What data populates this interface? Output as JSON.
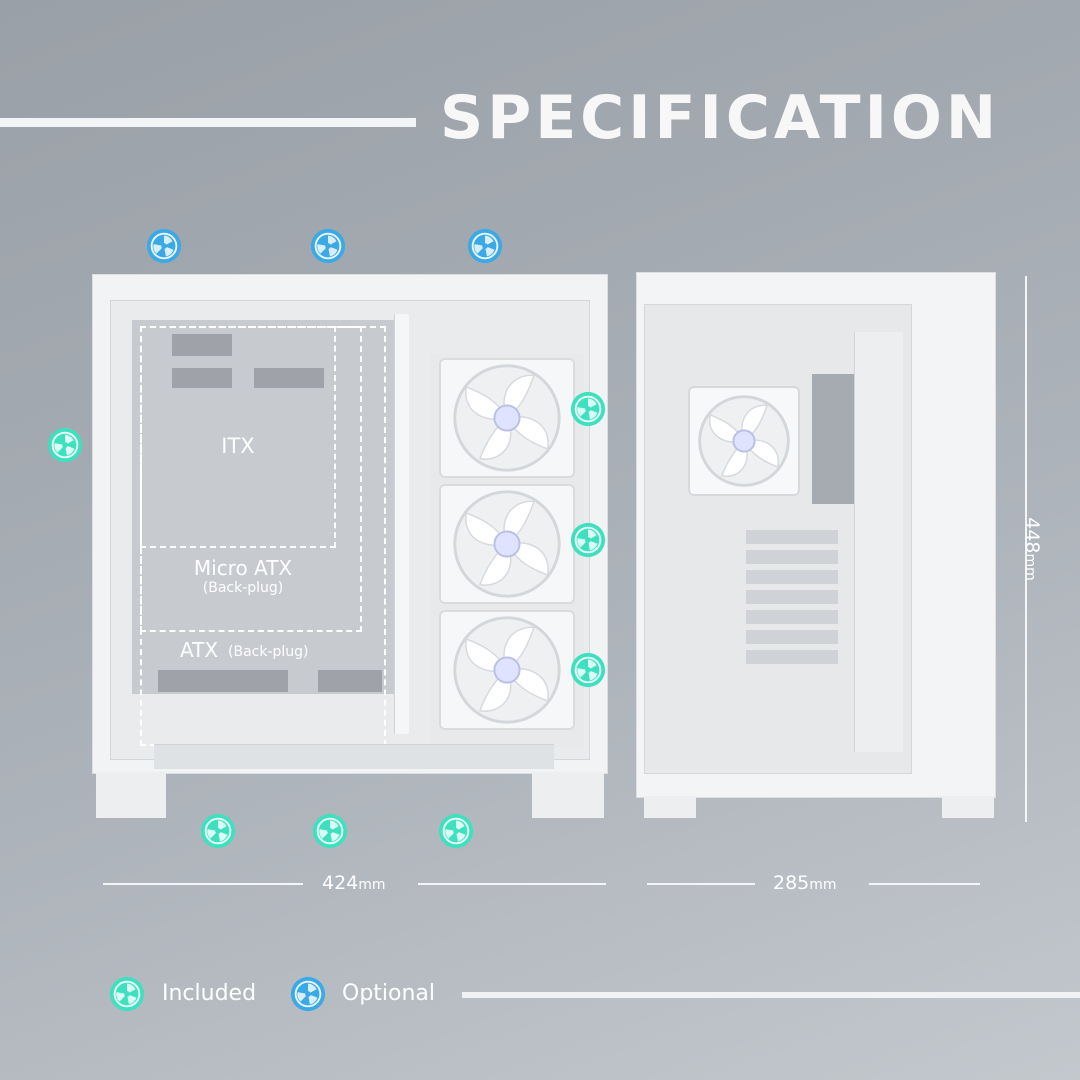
{
  "header": {
    "title": "SPECIFICATION"
  },
  "regions": {
    "itx": "ITX",
    "micro_atx": "Micro ATX",
    "micro_atx_note": "(Back-plug)",
    "atx": "ATX",
    "atx_note": "(Back-plug)"
  },
  "dimensions": {
    "width": {
      "value": "424",
      "unit": "mm"
    },
    "depth": {
      "value": "285",
      "unit": "mm"
    },
    "height": {
      "value": "448",
      "unit": "mm"
    }
  },
  "legend": {
    "included": "Included",
    "optional": "Optional"
  },
  "colors": {
    "included": "#3fe0c0",
    "optional": "#3aa9e6",
    "accent_white": "#f4f5f6"
  },
  "icons": {
    "fan": "fan-icon"
  }
}
